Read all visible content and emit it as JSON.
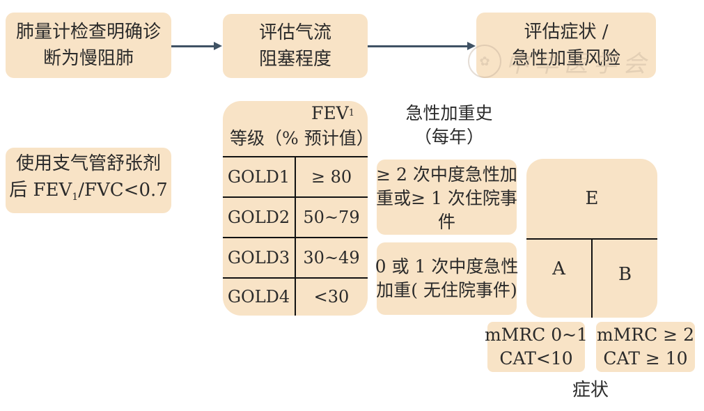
{
  "step1": {
    "lines": [
      "肺量计检查明确诊",
      "断为慢阻肺"
    ]
  },
  "step2": {
    "lines": [
      "评估气流",
      "阻塞程度"
    ]
  },
  "step3": {
    "lines": [
      "评估症状 /",
      "急性加重风险"
    ]
  },
  "criterion": {
    "line1": "使用支气管舒张剂",
    "line2_pre": "后 FEV",
    "line2_sub": "1",
    "line2_post": "/FVC<0.7"
  },
  "gold_table": {
    "header_fev": "FEV",
    "header_sub": "1",
    "header_line2": "等级（% 预计值）",
    "rows": [
      {
        "grade": "GOLD1",
        "range": "≥ 80"
      },
      {
        "grade": "GOLD2",
        "range": "50~79"
      },
      {
        "grade": "GOLD3",
        "range": "30~49"
      },
      {
        "grade": "GOLD4",
        "range": "<30"
      }
    ]
  },
  "exacerbation": {
    "title_lines": [
      "急性加重史",
      "（每年）"
    ],
    "high_lines": [
      "≥ 2 次中度急性加",
      "重或≥ 1 次住院事",
      "件"
    ],
    "low_lines": [
      "0 或 1 次中度急性",
      "加重( 无住院事件)"
    ]
  },
  "groups": {
    "e": "E",
    "a": "A",
    "b": "B"
  },
  "symptoms": {
    "low_lines": [
      "mMRC 0~1",
      "CAT<10"
    ],
    "high_lines": [
      "mMRC ≥ 2",
      "CAT ≥ 10"
    ],
    "label": "症状"
  },
  "colors": {
    "box_fill": "#f8e3c6",
    "arrow": "#3f5264",
    "text": "#2a2a2a"
  },
  "watermark": {
    "text": "中华医学会"
  }
}
